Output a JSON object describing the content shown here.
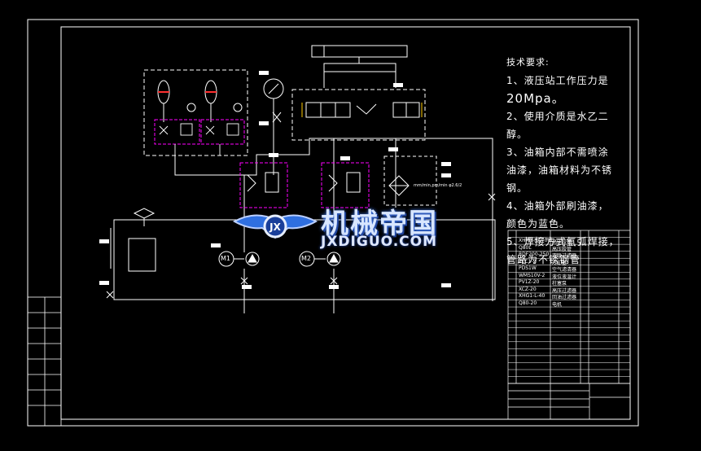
{
  "notes": {
    "heading": "技术要求:",
    "lines": [
      "1、液压站工作压力是",
      "20Mpa。",
      "2、使用介质是水乙二",
      "醇。",
      "3、油箱内部不需喷涂",
      "油漆，油箱材料为不锈",
      "钢。",
      "4、油箱外部刷油漆，",
      "颜色为蓝色。",
      "5、焊接方式氩弧焊接，",
      "管路为不锈钢管"
    ]
  },
  "watermark": {
    "cn": "机械帝国",
    "en": "JXDIGUO.COM",
    "logo_text": "JX"
  },
  "motors": {
    "m1": "M1",
    "m2": "M2"
  },
  "flow_note": "mm/min,pm/min  φ2.6/2",
  "bom_rows": [
    "XHRB-HC70-6",
    "Q80L",
    "RDF200-250",
    "ZLC1-2",
    "PDS1W",
    "WMS10V-2",
    "PV1Z-20",
    "XCZ-20",
    "XHG1-L-40",
    "Q80-20"
  ],
  "bom_desc": [
    "高压胶管",
    "高压胶管",
    "双联过滤器",
    "冷却器",
    "空气滤清器",
    "液位液温计",
    "柱塞泵",
    "高压过滤器",
    "回油过滤器",
    "电机"
  ],
  "colors": {
    "line": "#ffffff",
    "accent": "#ff00ff",
    "frame": "#ffffff",
    "wm": "#2f6fe0"
  }
}
